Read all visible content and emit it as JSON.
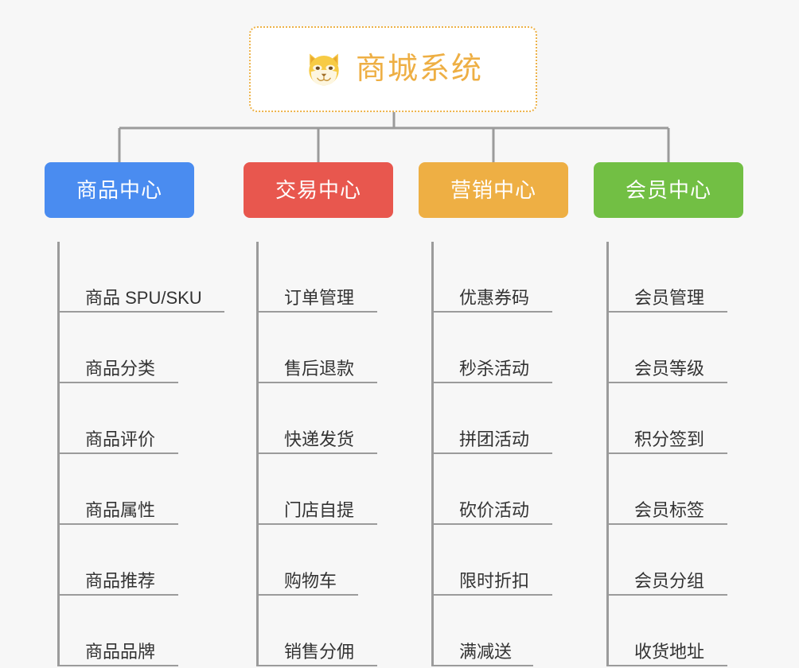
{
  "diagram": {
    "type": "org-chart",
    "background_color": "#f7f7f7",
    "connector_color": "#9b9b9b",
    "root": {
      "title": "商城系统",
      "icon": "shiba-dog-emoji",
      "text_color": "#eeaf44",
      "border_color": "#edb249",
      "background_color": "#ffffff"
    },
    "categories": [
      {
        "label": "商品中心",
        "color": "#4a8cf0",
        "items": [
          {
            "label": "商品 SPU/SKU",
            "width": "lg"
          },
          {
            "label": "商品分类",
            "width": "md"
          },
          {
            "label": "商品评价",
            "width": "md"
          },
          {
            "label": "商品属性",
            "width": "md"
          },
          {
            "label": "商品推荐",
            "width": "md"
          },
          {
            "label": "商品品牌",
            "width": "md"
          }
        ]
      },
      {
        "label": "交易中心",
        "color": "#e8574e",
        "items": [
          {
            "label": "订单管理",
            "width": "md"
          },
          {
            "label": "售后退款",
            "width": "md"
          },
          {
            "label": "快递发货",
            "width": "md"
          },
          {
            "label": "门店自提",
            "width": "md"
          },
          {
            "label": "购物车",
            "width": "sm"
          },
          {
            "label": "销售分佣",
            "width": "md"
          }
        ]
      },
      {
        "label": "营销中心",
        "color": "#eeaf44",
        "items": [
          {
            "label": "优惠券码",
            "width": "md"
          },
          {
            "label": "秒杀活动",
            "width": "md"
          },
          {
            "label": "拼团活动",
            "width": "md"
          },
          {
            "label": "砍价活动",
            "width": "md"
          },
          {
            "label": "限时折扣",
            "width": "md"
          },
          {
            "label": "满减送",
            "width": "sm"
          }
        ]
      },
      {
        "label": "会员中心",
        "color": "#72bf44",
        "items": [
          {
            "label": "会员管理",
            "width": "md"
          },
          {
            "label": "会员等级",
            "width": "md"
          },
          {
            "label": "积分签到",
            "width": "md"
          },
          {
            "label": "会员标签",
            "width": "md"
          },
          {
            "label": "会员分组",
            "width": "md"
          },
          {
            "label": "收货地址",
            "width": "md"
          }
        ]
      }
    ]
  }
}
